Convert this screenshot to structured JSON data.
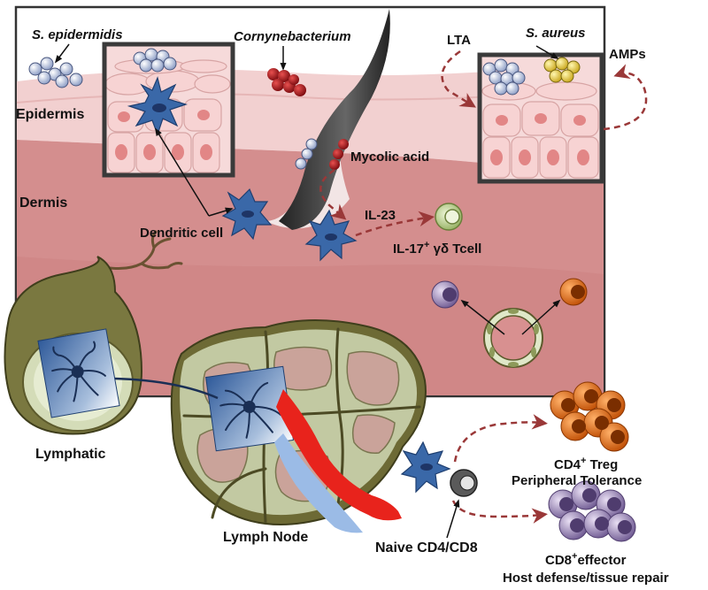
{
  "labels": {
    "s_epidermidis": "S. epidermidis",
    "corynebacterium": "Cornynebacterium",
    "s_aureus": "S. aureus",
    "lta": "LTA",
    "amps": "AMPs",
    "epidermis": "Epidermis",
    "dermis": "Dermis",
    "mycolic_acid": "Mycolic acid",
    "dendritic_cell": "Dendritic cell",
    "il23": "IL-23",
    "il17_prefix": "IL-17",
    "il17_sup": "+",
    "il17_suffix": " γδ Tcell",
    "lymphatic": "Lymphatic",
    "lymph_node": "Lymph Node",
    "naive": "Naive CD4/CD8",
    "treg_prefix": "CD4",
    "treg_sup": "+",
    "treg_suffix": " Treg",
    "treg_line2": "Peripheral Tolerance",
    "effector_prefix": "CD8",
    "effector_sup": "+",
    "effector_suffix": "effector",
    "effector_line2": "Host defense/tissue repair"
  },
  "colors": {
    "epidermis_layer": "#f2d0d0",
    "dermis_layer": "#d48e8e",
    "dendritic_cell": "#3a68a8",
    "s_epidermidis_cocci": "#c9d4ea",
    "corynebacterium": "#b3141c",
    "s_aureus_cocci": "#e6d23a",
    "treg_cells": "#e96a12",
    "effector_cells": "#9a82bb",
    "gamma_delta_cell": "#c8dca0",
    "lymph_tissue": "#c2c9a2",
    "lymph_outline": "#5c5a2c",
    "blood_vessel": "#e8231c",
    "arrow_dashed": "#9a3838"
  }
}
